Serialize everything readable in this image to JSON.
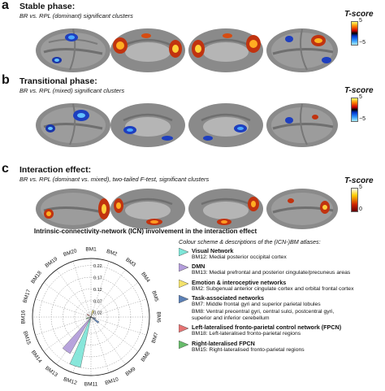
{
  "panels": [
    {
      "label": "a",
      "title": "Stable phase:",
      "subtitle": "BR vs. RPL (dominant) significant clusters"
    },
    {
      "label": "b",
      "title": "Transitional phase:",
      "subtitle": "BR vs. RPL (mixed) significant clusters"
    },
    {
      "label": "c",
      "title": "Interaction effect:",
      "subtitle": "BR vs. RPL (dominant vs. mixed), two-tailed F-test, significant clusters"
    }
  ],
  "colorbars": [
    {
      "title": "T-score",
      "top": "5",
      "bottom": "−5"
    },
    {
      "title": "T-score",
      "top": "5",
      "bottom": "−5"
    },
    {
      "title": "T-score",
      "top": "5",
      "bottom": "0"
    }
  ],
  "icn": {
    "title": "Intrinsic-connectivity-network (ICN) involvement in the interaction effect",
    "legend_header": "Colour scheme & descriptions of the (ICN-)BM atlases:",
    "networks": [
      {
        "name": "Visual Network",
        "color": "#7ee6d8",
        "desc": [
          "BM12: Medial posterior occipital cortex"
        ]
      },
      {
        "name": "DMN",
        "color": "#b39ddb",
        "desc": [
          "BM13: Medial prefrontal and posterior cingulate/precuneus areas"
        ]
      },
      {
        "name": "Emotion & interoceptive networks",
        "color": "#f3e26b",
        "desc": [
          "BM2: Subgenual anterior cingulate cortex and orbital frontal cortex"
        ]
      },
      {
        "name": "Task-associated networks",
        "color": "#5a7fb5",
        "desc": [
          "BM7: Middle frontal gyri and superior parietal lobules",
          "BM8: Ventral precentral gyri, central sulci, postcentral gyri,",
          "superior and inferior cerebellum"
        ]
      },
      {
        "name": "Left-lateralised fronto-parietal control network (FPCN)",
        "color": "#e57373",
        "desc": [
          "BM18: Left-lateralised fronto-parietal regions"
        ]
      },
      {
        "name": "Right-lateralised FPCN",
        "color": "#66bb6a",
        "desc": [
          "BM15: Right-lateralised fronto-parietal regions"
        ]
      }
    ]
  },
  "chart_data": {
    "type": "radar",
    "categories": [
      "BM1",
      "BM2",
      "BM3",
      "BM4",
      "BM5",
      "BM6",
      "BM7",
      "BM8",
      "BM9",
      "BM10",
      "BM11",
      "BM12",
      "BM13",
      "BM14",
      "BM15",
      "BM16",
      "BM17",
      "BM18",
      "BM19",
      "BM20"
    ],
    "radial_ticks": [
      0.02,
      0.07,
      0.12,
      0.17,
      0.22
    ],
    "rlim": [
      0,
      0.25
    ],
    "bars": [
      {
        "category": "BM2",
        "value": 0.03,
        "color": "#f3e26b"
      },
      {
        "category": "BM7",
        "value": 0.02,
        "color": "#5a7fb5"
      },
      {
        "category": "BM8",
        "value": 0.04,
        "color": "#5a7fb5"
      },
      {
        "category": "BM12",
        "value": 0.22,
        "color": "#7ee6d8"
      },
      {
        "category": "BM13",
        "value": 0.18,
        "color": "#b39ddb"
      },
      {
        "category": "BM15",
        "value": 0.02,
        "color": "#66bb6a"
      },
      {
        "category": "BM18",
        "value": 0.02,
        "color": "#e57373"
      }
    ]
  }
}
